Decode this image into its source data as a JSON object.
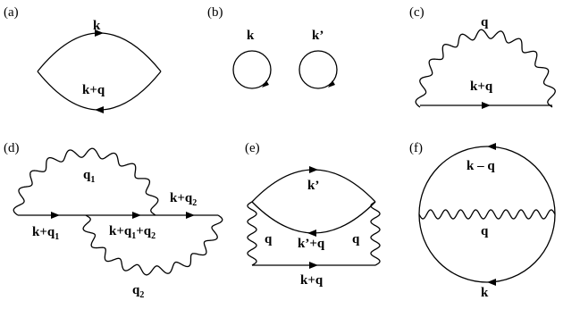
{
  "panels": {
    "a": {
      "tag": "(a)",
      "top": "k",
      "bottom": "k+q"
    },
    "b": {
      "tag": "(b)",
      "left": "k",
      "right": "k’"
    },
    "c": {
      "tag": "(c)",
      "photon": "q",
      "line": "k+q"
    },
    "d": {
      "tag": "(d)",
      "q1": "q",
      "q1_sub": "1",
      "q2": "q",
      "q2_sub": "2",
      "l1": "k+q",
      "l1_sub": "1",
      "mid": "k+q",
      "mid_sub1": "1",
      "mid_plus": "+q",
      "mid_sub2": "2",
      "r": "k+q",
      "r_sub": "2"
    },
    "e": {
      "tag": "(e)",
      "top": "k’",
      "inner": "k’+q",
      "left_q": "q",
      "right_q": "q",
      "bottom": "k+q"
    },
    "f": {
      "tag": "(f)",
      "top": "k – q",
      "mid": "q",
      "bottom": "k"
    }
  }
}
